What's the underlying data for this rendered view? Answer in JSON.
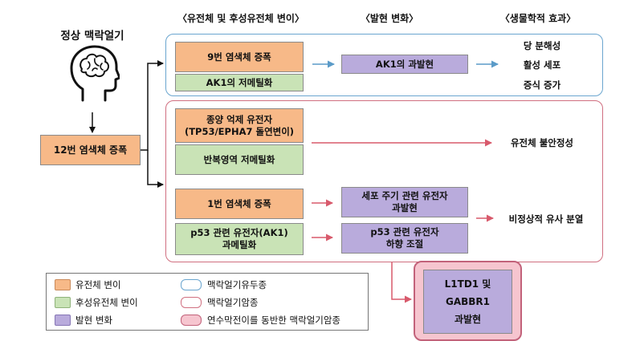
{
  "headers": {
    "genome": "〈유전체 및 후성유전체 변이〉",
    "expression": "〈발현 변화〉",
    "bio": "〈생물학적 효과〉"
  },
  "left": {
    "title": "정상 맥락얼기",
    "chr12": "12번 염색체 증폭"
  },
  "top_group": {
    "chr9": "9번 염색체 증폭",
    "ak1_hypo": "AK1의 저메틸화",
    "ak1_over": "AK1의 과발현",
    "effects": [
      "당 분해성",
      "활성 세포",
      "증식 증가"
    ]
  },
  "mid_group": {
    "tumor_line1": "종양 억제 유전자",
    "tumor_line2": "(TP53/EPHA7 돌연변이)",
    "repeat_hypo": "반복영역  저메틸화",
    "instability": "유전체 불안정성",
    "chr1": "1번 염색체 증폭",
    "p53_line1": "p53 관련 유전자(AK1)",
    "p53_line2": "과메틸화",
    "cellcycle_line1": "세포 주기 관련 유전자",
    "cellcycle_line2": "과발현",
    "p53down_line1": "p53 관련 유전자",
    "p53down_line2": "하향 조절",
    "abnormal": "비정상적 유사 분열"
  },
  "metastasis": {
    "line1": "L1TD1 및",
    "line2": "GABBR1",
    "line3": "과발현"
  },
  "legend": {
    "genome_variant": "유전체 변이",
    "epigenome_variant": "후성유전체 변이",
    "expression_change": "발현 변화",
    "papilloma": "맥락얼기유두종",
    "carcinoma": "맥락얼기암종",
    "metastatic_carcinoma": "연수막전이를 동반한 맥락얼기암종"
  },
  "colors": {
    "orange": "#f7b988",
    "green": "#c9e3b6",
    "purple": "#b9abdc",
    "blue_border": "#6aa5cf",
    "red_border": "#d06f80",
    "pink_fill": "#f6c5cf",
    "arrow_blue": "#5b9bc8",
    "arrow_red": "#d85a6c"
  },
  "icons": {
    "brain": "brain-head-icon"
  }
}
